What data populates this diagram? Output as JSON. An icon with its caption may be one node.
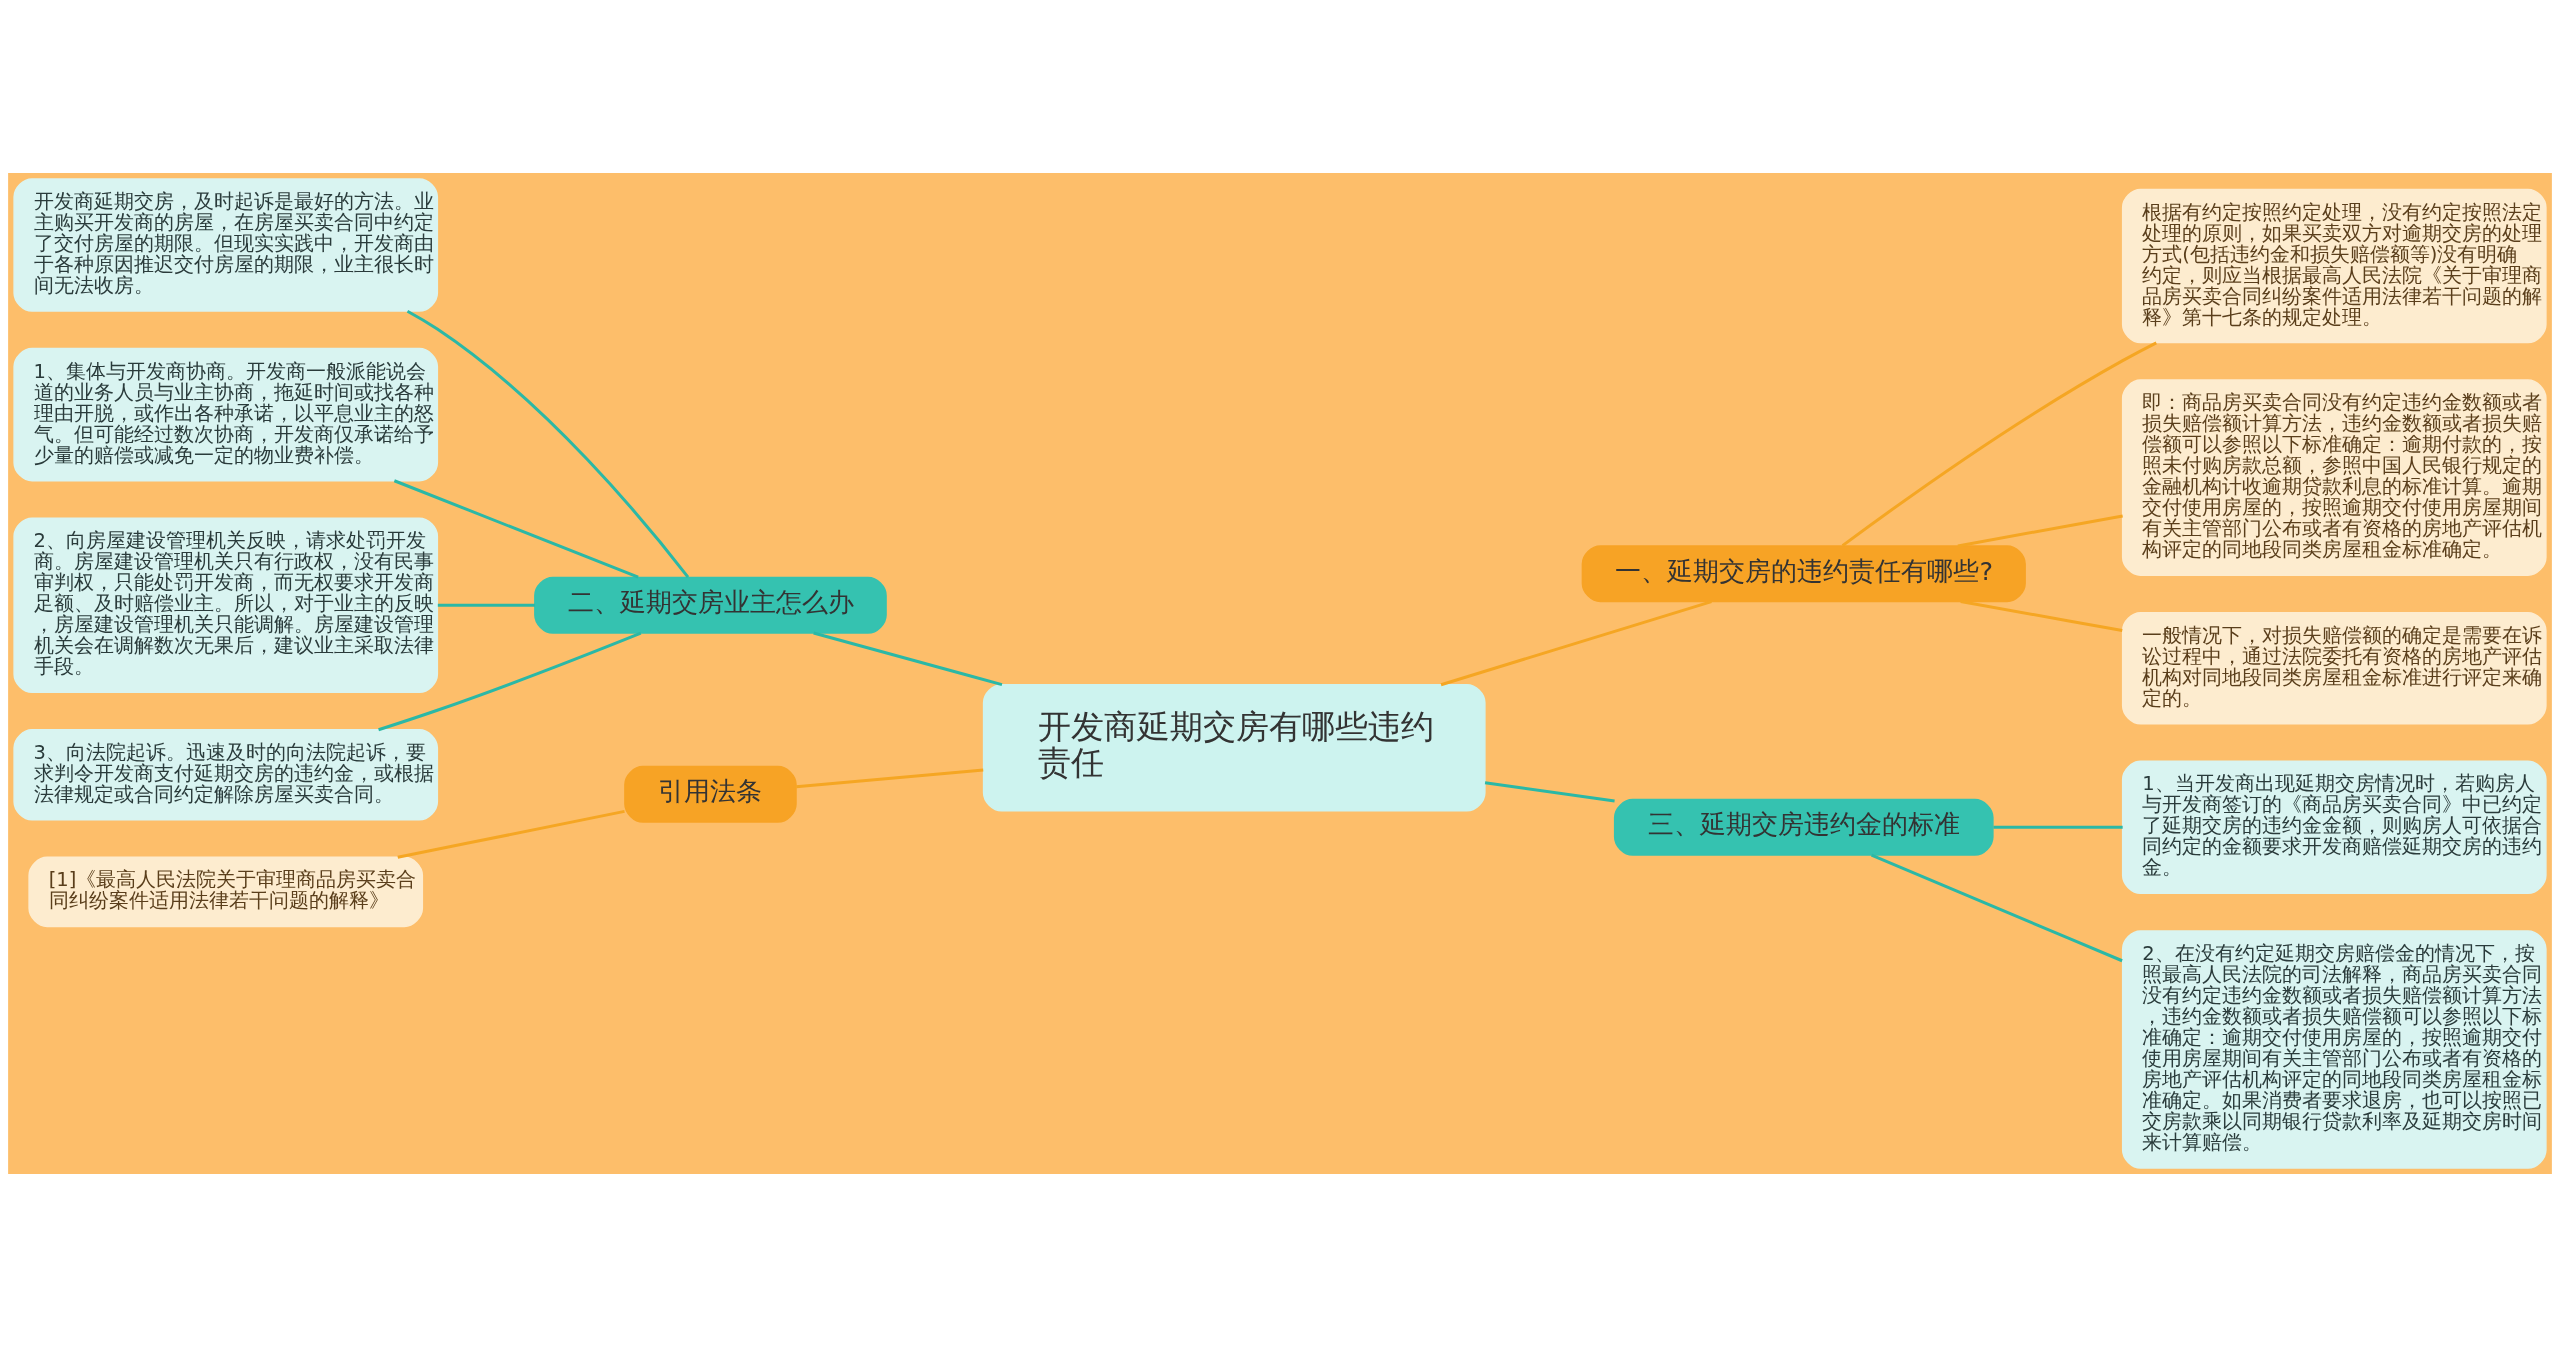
{
  "diagram": {
    "nodes": [
      {
        "text": [
          "开发商延期交房有哪些违约责任"
        ]
      },
      {
        "text": [
          "一、延期交房的违约责任有哪些?"
        ]
      },
      {
        "text": [
          "根据有约定按照约定处理，没有约定按照法定处理的原则，如果买卖双方对逾期交房的处理方式(包括违约金和损失赔偿额等)没有明确约定，则应当根据最高人民法院《关于审理商品房买卖合同纠纷案件适用法律若干问题的解释》第十七条的规定处理。"
        ]
      },
      {
        "text": [
          "即：商品房买卖合同没有约定违约金数额或者损失赔偿额计算方法，违约金数额或者损失赔偿额可以参照以下标准确定：逾期付款的，按照未付购房款总额，参照中国人民银行规定的金融机构计收逾期贷款利息的标准计算。逾期交付使用房屋的，按照逾期交付使用房屋期间有关主管部门公布或者有资格的房地产评估机构评定的同地段同类房屋租金标准确定。"
        ]
      },
      {
        "text": [
          "一般情况下，对损失赔偿额的确定是需要在诉讼过程中，通过法院委托有资格的房地产评估机构对同地段同类房屋租金标准进行评定来确定的。"
        ]
      },
      {
        "text": [
          "二、延期交房业主怎么办"
        ]
      },
      {
        "text": [
          "开发商延期交房，及时起诉是最好的方法。业主购买开发商的房屋，在房屋买卖合同中约定了交付房屋的期限。但现实实践中，开发商由于各种原因推迟交付房屋的期限，业主很长时间无法收房。"
        ]
      },
      {
        "text": [
          "1、集体与开发商协商。开发商一般派能说会道的业务人员与业主协商，拖延时间或找各种理由开脱，或作出各种承诺，以平息业主的怒气。但可能经过数次协商，开发商仅承诺给予少量的赔偿或减免一定的物业费补偿。"
        ]
      },
      {
        "text": [
          "2、向房屋建设管理机关反映，请求处罚开发商。房屋建设管理机关只有行政权，没有民事审判权，只能处罚开发商，而无权要求开发商足额、及时赔偿业主。所以，对于业主的反映，房屋建设管理机关只能调解。房屋建设管理机关会在调解数次无果后，建议业主采取法律手段。"
        ]
      },
      {
        "text": [
          "3、向法院起诉。迅速及时的向法院起诉，要求判令开发商支付延期交房的违约金，或根据法律规定或合同约定解除房屋买卖合同。"
        ]
      },
      {
        "text": [
          "三、延期交房违约金的标准"
        ]
      },
      {
        "text": [
          "1、当开发商出现延期交房情况时，若购房人与开发商签订的《商品房买卖合同》中已约定了延期交房的违约金金额，则购房人可依据合同约定的金额要求开发商赔偿延期交房的违约金。"
        ]
      },
      {
        "text": [
          "2、在没有约定延期交房赔偿金的情况下，按照最高人民法院的司法解释，商品房买卖合同没有约定违约金数额或者损失赔偿额计算方法，违约金数额或者损失赔偿额可以参照以下标准确定：逾期交付使用房屋的，按照逾期交付使用房屋期间有关主管部门公布或者有资格的房地产评估机构评定的同地段同类房屋租金标准确定。如果消费者要求退房，也可以按照已交房款乘以同期银行贷款利率及延期交房时间来计算赔偿。"
        ]
      },
      {
        "text": [
          "引用法条"
        ]
      },
      {
        "text": [
          "[1]《最高人民法院关于审理商品房买卖合同纠纷案件适用法律若干问题的解释》"
        ]
      }
    ],
    "edges": [
      {
        "from": 0,
        "to": 1,
        "arrow": "none",
        "color": "#f5a623"
      },
      {
        "from": 1,
        "to": 2,
        "arrow": "none",
        "color": "#f5a623"
      },
      {
        "from": 1,
        "to": 3,
        "arrow": "none",
        "color": "#f5a623"
      },
      {
        "from": 1,
        "to": 4,
        "arrow": "none",
        "color": "#f5a623"
      },
      {
        "from": 0,
        "to": 5,
        "arrow": "none"
      },
      {
        "from": 5,
        "to": 6,
        "arrow": "none"
      },
      {
        "from": 5,
        "to": 7,
        "arrow": "none"
      },
      {
        "from": 5,
        "to": 8,
        "arrow": "none"
      },
      {
        "from": 5,
        "to": 9,
        "arrow": "none"
      },
      {
        "from": 0,
        "to": 10,
        "arrow": "none"
      },
      {
        "from": 10,
        "to": 11,
        "arrow": "none"
      },
      {
        "from": 10,
        "to": 12,
        "arrow": "none"
      },
      {
        "from": 0,
        "to": 13,
        "arrow": "none",
        "color": "#f5a623"
      },
      {
        "from": 13,
        "to": 14,
        "arrow": "none",
        "color": "#f5a623"
      }
    ]
  }
}
